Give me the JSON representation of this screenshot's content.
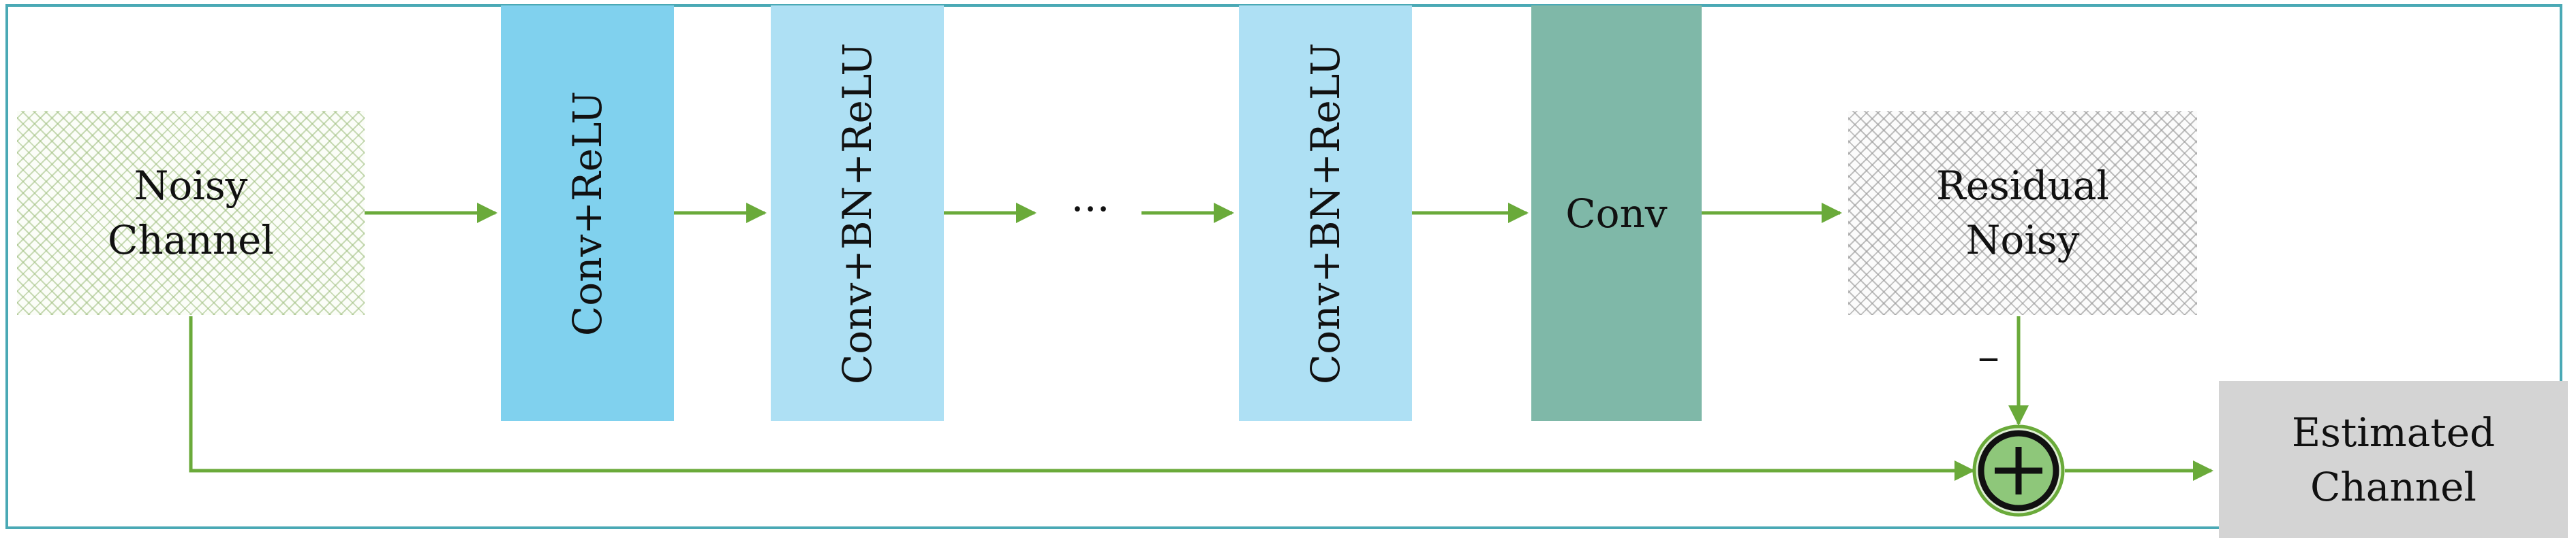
{
  "diagram": {
    "input": {
      "line1": "Noisy",
      "line2": "Channel"
    },
    "layers": [
      {
        "label": "Conv+ReLU",
        "color": "#80d1ee"
      },
      {
        "label": "Conv+BN+ReLU",
        "color": "#aee0f4"
      },
      {
        "label": "Conv+BN+ReLU",
        "color": "#aee0f4"
      },
      {
        "label": "Conv",
        "color": "#7fb8a8"
      }
    ],
    "ellipsis": "···",
    "residual": {
      "line1": "Residual",
      "line2": "Noisy"
    },
    "minus_sign": "–",
    "adder": {
      "symbol": "+",
      "fill": "#8ec77a",
      "ring": "#111111"
    },
    "output": {
      "line1": "Estimated",
      "line2": "Channel",
      "fill": "#d4d4d4"
    },
    "colors": {
      "arrow": "#6aaa3a",
      "frame": "#4aa9b5"
    }
  }
}
